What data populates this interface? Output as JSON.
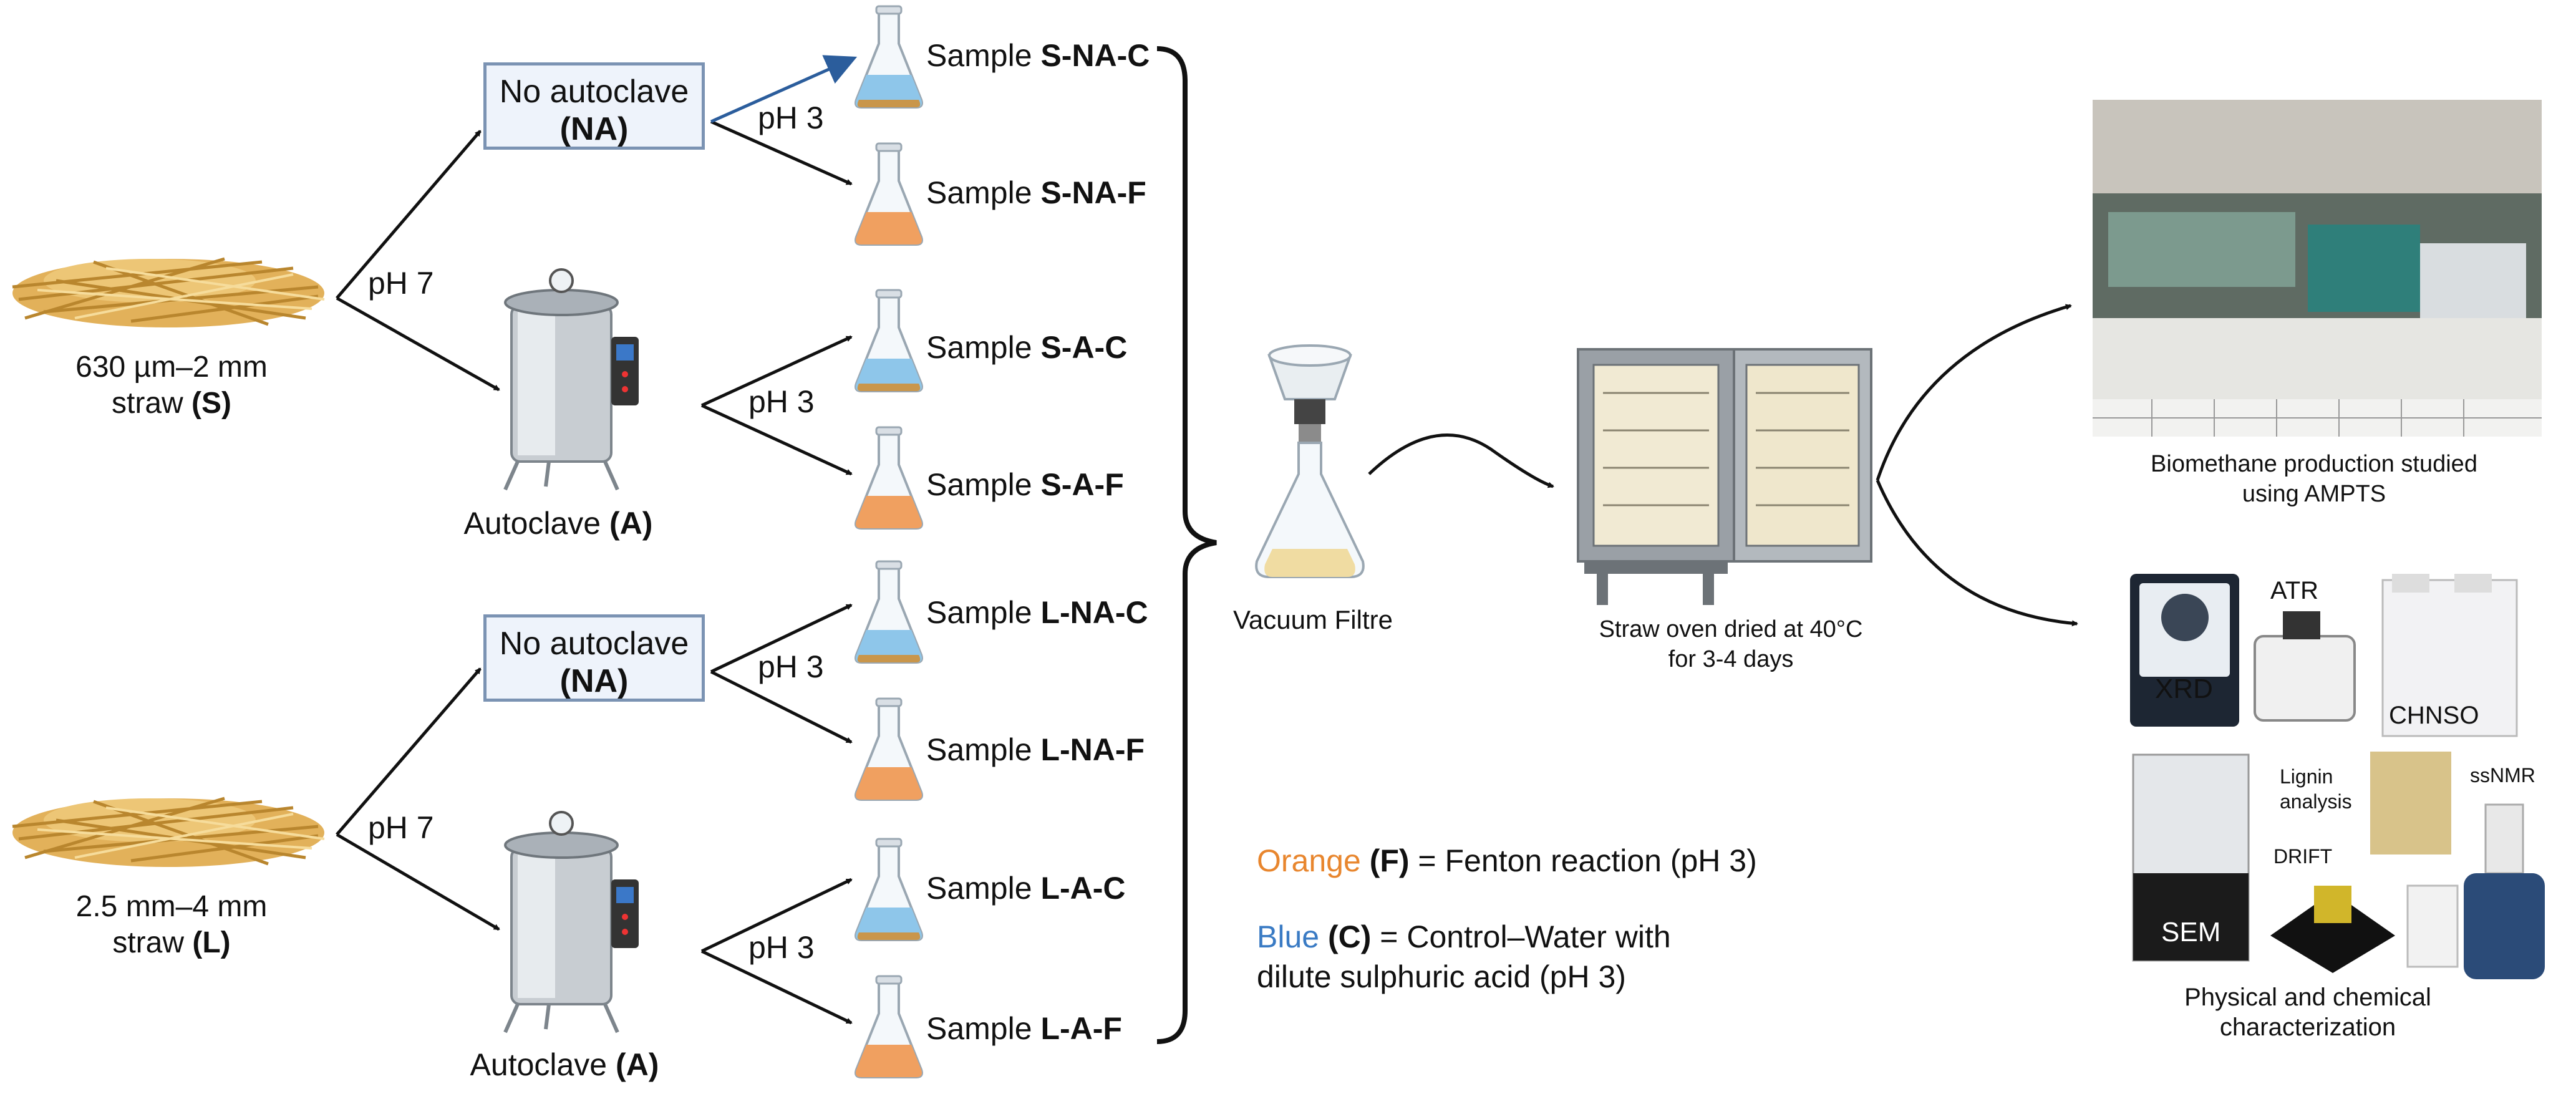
{
  "straw_s": {
    "size": "630 µm–2 mm",
    "word": "straw",
    "code": "(S)"
  },
  "straw_l": {
    "size": "2.5 mm–4 mm",
    "word": "straw",
    "code": "(L)"
  },
  "ph7": "pH 7",
  "ph3": "pH 3",
  "no_autoclave": {
    "text": "No autoclave",
    "code": "(NA)"
  },
  "autoclave": {
    "text": "Autoclave",
    "code": "(A)"
  },
  "sample_word": "Sample",
  "samples": [
    "S-NA-C",
    "S-NA-F",
    "S-A-C",
    "S-A-F",
    "L-NA-C",
    "L-NA-F",
    "L-A-C",
    "L-A-F"
  ],
  "vacuum_filtre": "Vacuum Filtre",
  "oven": {
    "line1": "Straw oven dried at 40°C",
    "line2": "for 3-4 days"
  },
  "biomethane": {
    "line1": "Biomethane production studied",
    "line2": "using AMPTS"
  },
  "characterization": {
    "line1": "Physical and chemical",
    "line2": "characterization",
    "instruments": {
      "xrd": "XRD",
      "atr": "ATR",
      "chnso": "CHNSO",
      "lignin1": "Lignin",
      "lignin2": "analysis",
      "ssnmr": "ssNMR",
      "drift": "DRIFT",
      "sem": "SEM"
    }
  },
  "legend": {
    "orange_word": "Orange",
    "orange_code": "(F)",
    "orange_rest": " = Fenton reaction (pH 3)",
    "blue_word": "Blue",
    "blue_code": "(C)",
    "blue_rest": " = Control–Water with",
    "blue_line2": "dilute sulphuric acid (pH 3)"
  },
  "colors": {
    "orange_liquid": "#f0a060",
    "blue_liquid": "#8ec6ea",
    "box_border": "#7b93b3",
    "straw": "#e2b15a"
  }
}
